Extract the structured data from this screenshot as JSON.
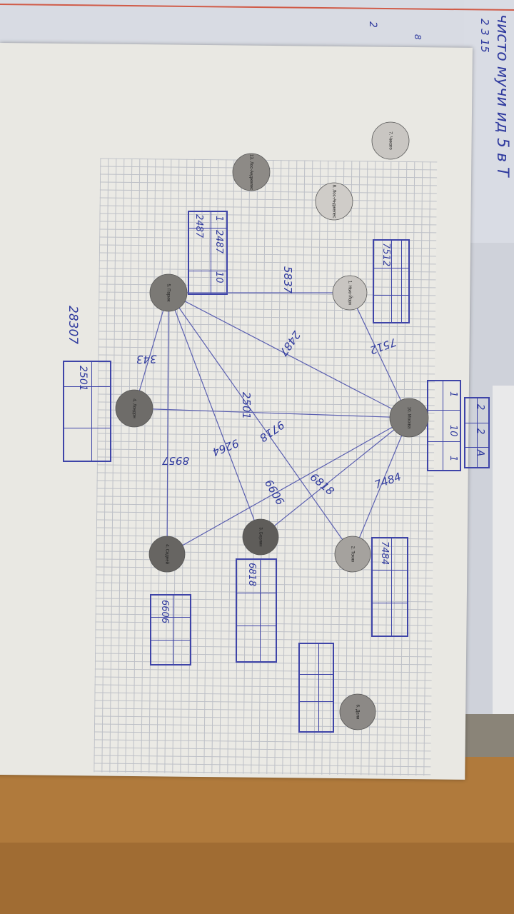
{
  "nodes": [
    {
      "id": "chicago",
      "label": "7. Чикаго",
      "fill": "#c9c6c2"
    },
    {
      "id": "losangeles",
      "label": "13. Лос-Анджелес",
      "fill": "#8d8a86"
    },
    {
      "id": "westbreaker",
      "label": "8. Лос-Анджелес",
      "fill": "#cfccc8"
    },
    {
      "id": "newyork",
      "label": "1. Нью-Йорк",
      "fill": "#c8c5c1"
    },
    {
      "id": "paris",
      "label": "5. Париж",
      "fill": "#7b7975"
    },
    {
      "id": "london",
      "label": "4. Лондон",
      "fill": "#6e6c69"
    },
    {
      "id": "moscow",
      "label": "10. Москва",
      "fill": "#7c7a77"
    },
    {
      "id": "berlin",
      "label": "3. Берлин",
      "fill": "#5f5d5a"
    },
    {
      "id": "tokyo",
      "label": "2. Токио",
      "fill": "#a5a29e"
    },
    {
      "id": "sydney",
      "label": "4. Сидней",
      "fill": "#676562"
    },
    {
      "id": "delhi",
      "label": "6. Дели",
      "fill": "#8c8986"
    }
  ],
  "edges": [
    {
      "from": "paris",
      "to": "newyork",
      "weight": "5837"
    },
    {
      "from": "paris",
      "to": "moscow",
      "weight": "2487"
    },
    {
      "from": "paris",
      "to": "london",
      "weight": "343"
    },
    {
      "from": "paris",
      "to": "sydney",
      "weight": "8957"
    },
    {
      "from": "paris",
      "to": "berlin",
      "weight": "9264"
    },
    {
      "from": "paris",
      "to": "tokyo",
      "weight": "9718"
    },
    {
      "from": "london",
      "to": "moscow",
      "weight": "2501"
    },
    {
      "from": "newyork",
      "to": "moscow",
      "weight": "7512"
    },
    {
      "from": "moscow",
      "to": "sydney",
      "weight": "6606"
    },
    {
      "from": "moscow",
      "to": "berlin",
      "weight": "6818"
    },
    {
      "from": "moscow",
      "to": "tokyo",
      "weight": "7484"
    }
  ],
  "annotations": {
    "total": "28307",
    "tbl_paris": [
      "1",
      "2487",
      "10",
      "2487"
    ],
    "tbl_newyork": "7512",
    "tbl_london": "2501",
    "tbl_moscow": [
      "1",
      "10",
      "1"
    ],
    "tbl_tokyo": "7484",
    "tbl_berlin": "6818",
    "tbl_sydney": "6606",
    "side_box": [
      "2",
      "2",
      "A"
    ],
    "notebook_text": "чисто мучи ид 5 в Т",
    "notebook_numbers": "2 3 15",
    "corner_digits": [
      "2",
      "8"
    ]
  },
  "colors": {
    "ink": "#3e44a8",
    "edge": "#5a5fb0",
    "grid": "#b9bcc4",
    "paper": "#e9e8e3"
  }
}
